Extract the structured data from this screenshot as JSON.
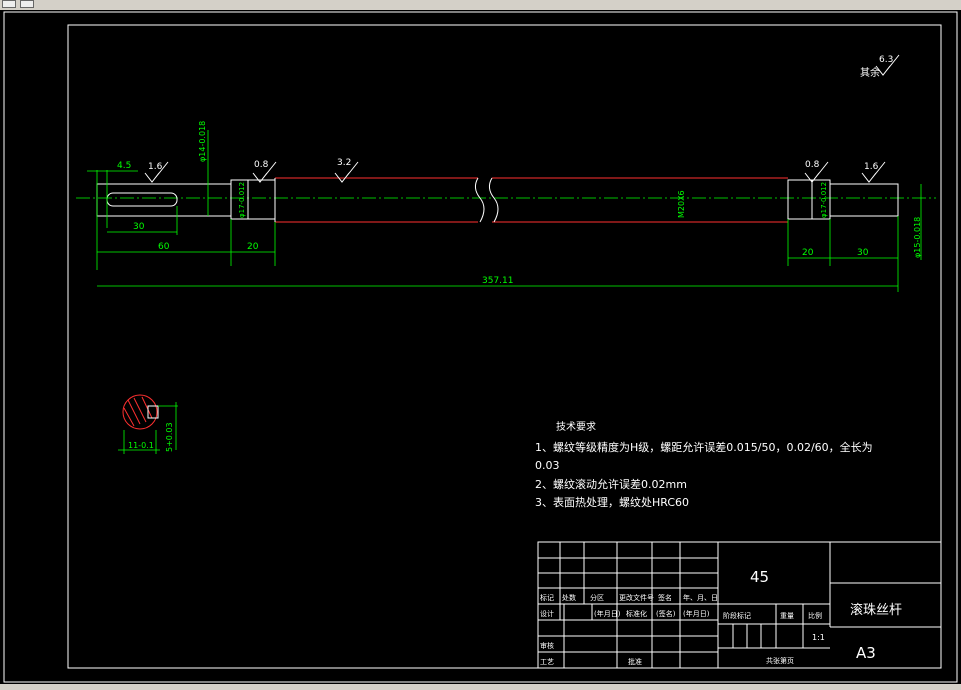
{
  "window": {
    "toolbar_icons": [
      "app-icon",
      "floppy-icon"
    ]
  },
  "drawing": {
    "roughness": {
      "other": "其余",
      "other_value": "6.3",
      "r1": "1.6",
      "r2": "0.8",
      "r3": "3.2",
      "r4": "0.8",
      "r5": "1.6"
    },
    "dimensions": {
      "d45": "4.5",
      "d30_left": "30",
      "d60": "60",
      "d20_left": "20",
      "d20_right": "20",
      "d30_right": "30",
      "total": "357.11",
      "dia_left": "φ14-0.018",
      "dia_bearing_left": "φ17-0.012",
      "thread": "M20X6",
      "dia_bearing_right": "φ17-0.012",
      "dia_right": "φ15-0.018",
      "section_width": "11-0.1",
      "section_depth": "5+0.03"
    },
    "tech_req": {
      "title": "技术要求",
      "line1": "1、螺纹等级精度为H级，螺距允许误差0.015/50，0.02/60，全长为",
      "line2": "0.03",
      "line3": "2、螺纹滚动允许误差0.02mm",
      "line4": "3、表面热处理，螺纹处HRC60"
    },
    "title_block": {
      "material": "45",
      "part_name": "滚珠丝杆",
      "sheet_size": "A3",
      "scale": "1:1",
      "h_mark": "标记",
      "h_count": "处数",
      "h_zone": "分区",
      "h_docno": "更改文件号",
      "h_sign": "签名",
      "h_date": "年、月、日",
      "design": "设计",
      "date1": "(年月日)",
      "std": "标准化",
      "sign": "(签名)",
      "date2": "(年月日)",
      "stage_mark": "阶段标记",
      "weight": "重量",
      "ratio": "比例",
      "review": "审核",
      "process": "工艺",
      "approve": "批准",
      "sheets": "共张第页"
    }
  }
}
